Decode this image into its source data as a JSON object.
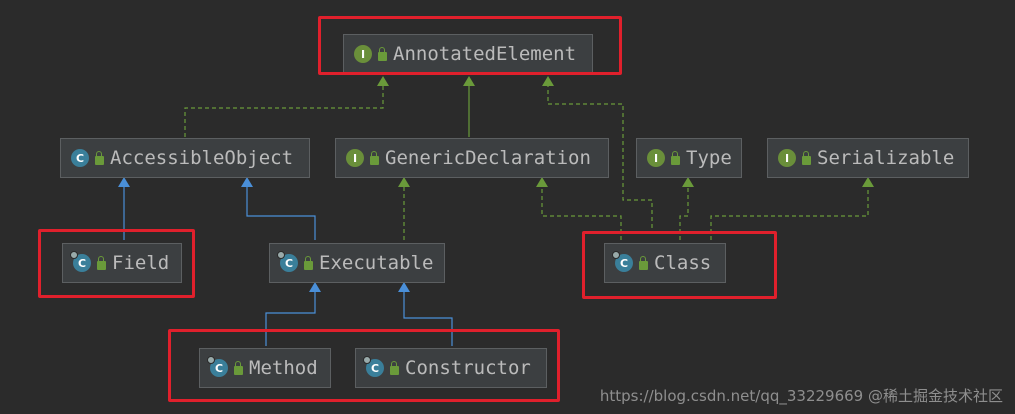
{
  "nodes": {
    "annotated_element": {
      "label": "AnnotatedElement",
      "icon": "interface-icon"
    },
    "accessible_object": {
      "label": "AccessibleObject",
      "icon": "class-icon"
    },
    "generic_declaration": {
      "label": "GenericDeclaration",
      "icon": "interface-icon"
    },
    "type": {
      "label": "Type",
      "icon": "interface-icon"
    },
    "serializable": {
      "label": "Serializable",
      "icon": "interface-icon"
    },
    "field": {
      "label": "Field",
      "icon": "final-class-icon"
    },
    "executable": {
      "label": "Executable",
      "icon": "abstract-class-icon"
    },
    "class": {
      "label": "Class",
      "icon": "final-class-icon"
    },
    "method": {
      "label": "Method",
      "icon": "final-class-icon"
    },
    "constructor": {
      "label": "Constructor",
      "icon": "final-class-icon"
    }
  },
  "icon_letters": {
    "interface": "I",
    "class": "C"
  },
  "watermark": "https://blog.csdn.net/qq_33229669 @稀土掘金技术社区",
  "colors": {
    "background": "#2b2b2b",
    "node_fill": "#3c3f41",
    "implements_arrow": "#6a9a3a",
    "extends_arrow": "#4a8fd8",
    "highlight": "#e0202c"
  }
}
